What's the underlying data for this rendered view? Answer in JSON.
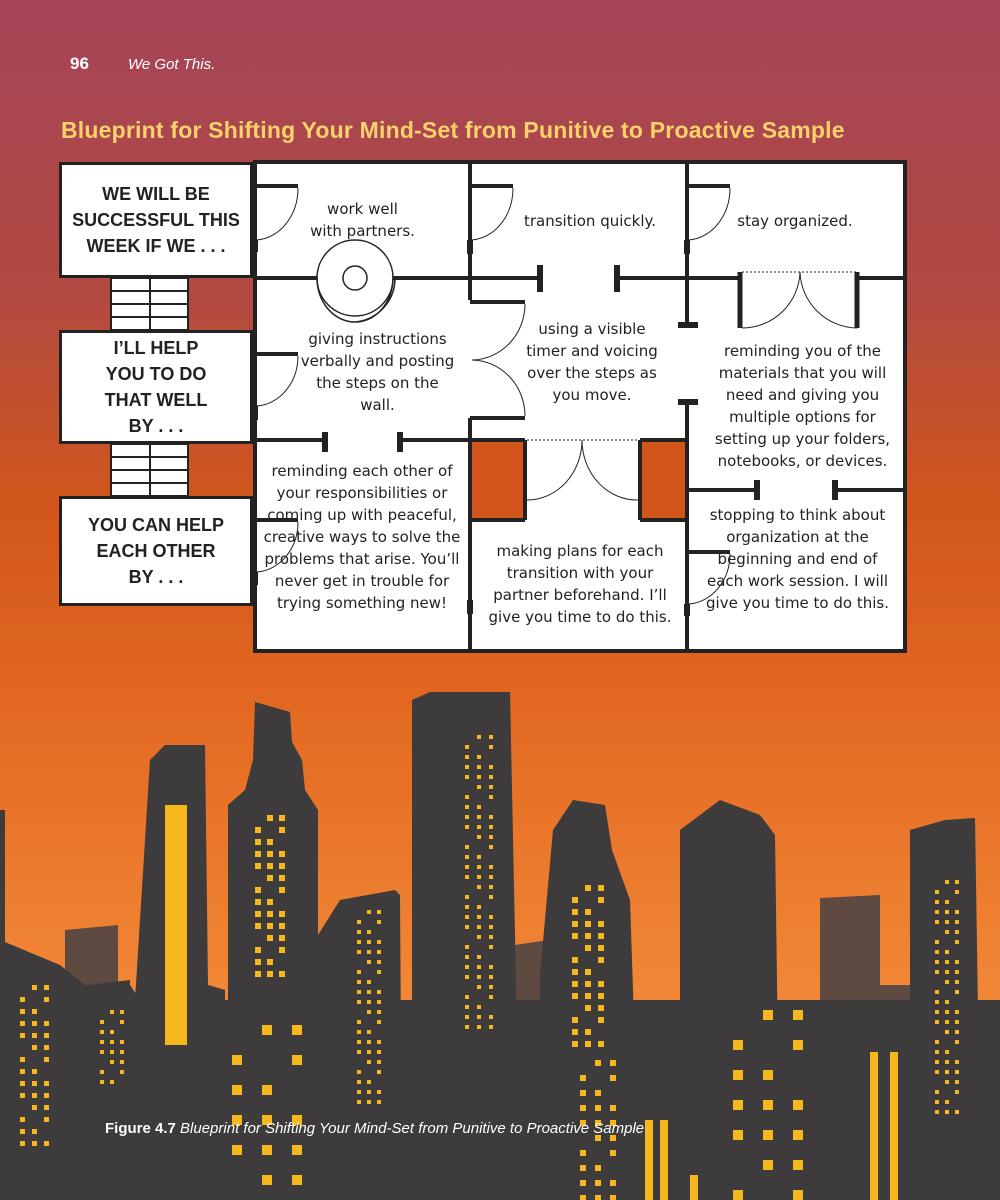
{
  "header": {
    "page_number": "96",
    "running_title": "We Got This."
  },
  "title": "Blueprint for Shifting Your Mind-Set from Punitive to Proactive Sample",
  "left_labels": [
    "WE WILL BE SUCCESSFUL THIS WEEK IF WE . . .",
    "I’LL HELP YOU TO DO THAT WELL BY . . .",
    "YOU CAN HELP EACH OTHER BY . . ."
  ],
  "rooms": {
    "r1c1": "work well with partners.",
    "r1c2": "transition quickly.",
    "r1c3": "stay organized.",
    "r2c1": "giving instructions verbally and posting the steps on the wall.",
    "r2c2": "using a visible timer and voicing over the steps as you move.",
    "r2c3": "reminding you of the materials that you will need and giving you multiple options for setting up your folders, notebooks, or devices.",
    "r3c1": "reminding each other of your responsibilities or coming up with peaceful, creative ways to solve the problems that arise. You’ll never get in trouble for trying something new!",
    "r3c2": "making plans for each transition with your partner beforehand. I’ll give you time to do this.",
    "r3c3": "stopping to think about organization at the beginning and end of each work session. I will give you time to do this."
  },
  "caption": {
    "label": "Figure 4.7",
    "text": "Blueprint for Shifting Your Mind-Set from Punitive to Proactive Sample"
  },
  "colors": {
    "title": "#f9d26c",
    "building": "#3d3b3b",
    "window": "#f6b81c",
    "back_building": "#5e4a40"
  }
}
